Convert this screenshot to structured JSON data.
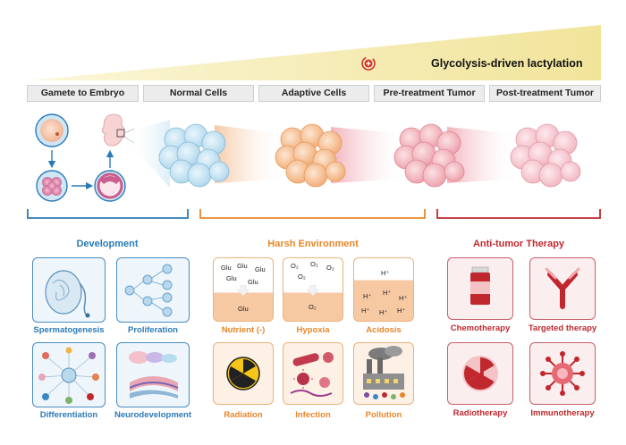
{
  "banner": {
    "title": "Glycolysis-driven lactylation"
  },
  "stages": [
    "Gamete to Embryo",
    "Normal Cells",
    "Adaptive Cells",
    "Pre-treatment Tumor",
    "Post-treatment Tumor"
  ],
  "sections": {
    "development": {
      "title": "Development",
      "color": "#2a7ab8",
      "items": [
        "Spermatogenesis",
        "Proliferation",
        "Differentiation",
        "Neurodevelopment"
      ]
    },
    "harsh": {
      "title": "Harsh Environment",
      "color": "#e8862a",
      "items": [
        "Nutrient (-)",
        "Hypoxia",
        "Acidosis",
        "Radiation",
        "Infection",
        "Pollution"
      ]
    },
    "therapy": {
      "title": "Anti-tumor Therapy",
      "color": "#c0282e",
      "items": [
        "Chemotherapy",
        "Targeted therapy",
        "Radiotherapy",
        "Immunotherapy"
      ]
    }
  },
  "harsh_panels": {
    "nutrient": {
      "top": [
        "Glu",
        "Glu",
        "Glu",
        "Glu",
        "Glu"
      ],
      "bottom": "Glu"
    },
    "hypoxia": {
      "top": [
        "O₂",
        "O₂",
        "O₂",
        "O₂"
      ],
      "bottom": "O₂"
    },
    "acidosis": {
      "top": [
        "H⁺"
      ],
      "bottom": [
        "H⁺",
        "H⁺",
        "H⁺",
        "H⁺",
        "H⁺",
        "H⁺"
      ]
    }
  },
  "colors": {
    "blue": "#2a7ab8",
    "orange": "#e8862a",
    "red": "#c0282e",
    "banner": "#f3e9a6"
  }
}
